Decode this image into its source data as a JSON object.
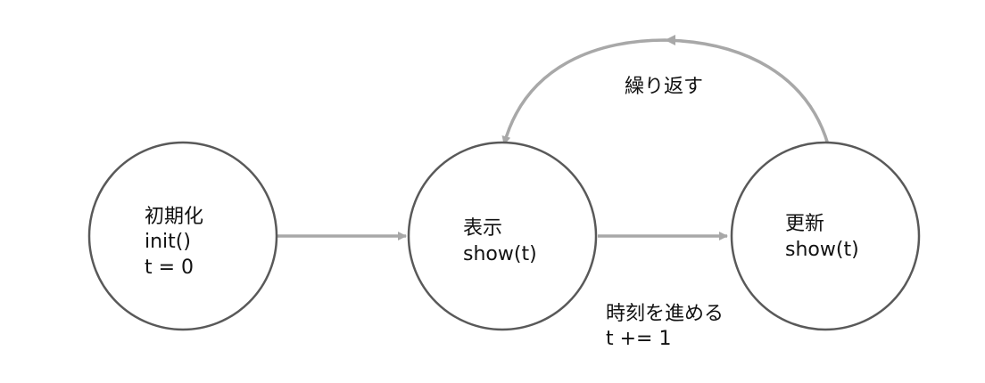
{
  "nodes": {
    "init": {
      "line1": "初期化",
      "line2": "init()",
      "line3": "t = 0"
    },
    "display": {
      "line1": "表示",
      "line2": "show(t)"
    },
    "update": {
      "line1": "更新",
      "line2": "show(t)"
    }
  },
  "edges": {
    "loop_label": "繰り返す",
    "advance_label_line1": "時刻を進める",
    "advance_label_line2": "t += 1"
  },
  "colors": {
    "node_stroke": "#595959",
    "edge_stroke": "#a8a8a8",
    "text": "#111111"
  }
}
